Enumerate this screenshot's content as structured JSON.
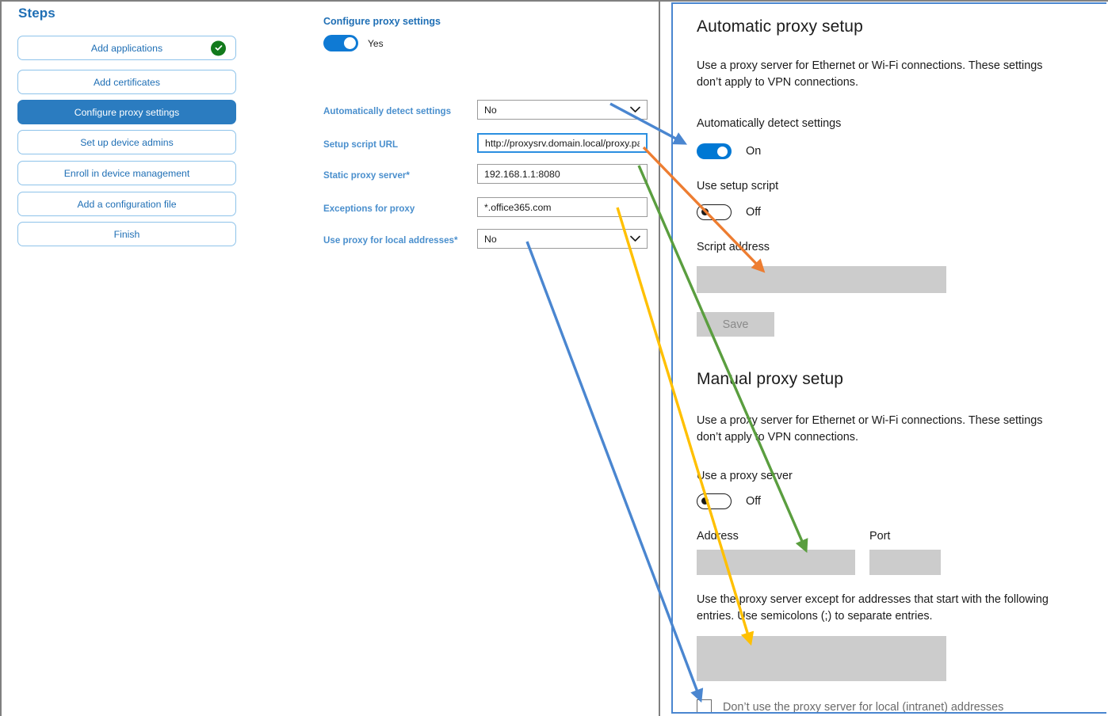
{
  "steps": {
    "title": "Steps",
    "items": [
      {
        "label": "Add applications",
        "state": "complete",
        "icon": "check-circle-icon"
      },
      {
        "label": "Add certificates",
        "state": "default"
      },
      {
        "label": "Configure proxy settings",
        "state": "active"
      },
      {
        "label": "Set up device admins",
        "state": "default"
      },
      {
        "label": "Enroll in device management",
        "state": "default"
      },
      {
        "label": "Add a configuration file",
        "state": "default"
      },
      {
        "label": "Finish",
        "state": "default"
      }
    ]
  },
  "form": {
    "heading": "Configure proxy settings",
    "toggle": {
      "value": "Yes",
      "on": true
    },
    "fields": [
      {
        "label": "Automatically detect settings",
        "required": false,
        "type": "select",
        "value": "No",
        "icon": "chevron-down-icon",
        "focused": false
      },
      {
        "label": "Setup script URL",
        "required": false,
        "type": "text",
        "value": "http://proxysrv.domain.local/proxy.pa",
        "focused": true
      },
      {
        "label": "Static proxy server",
        "required": true,
        "type": "text",
        "value": "192.168.1.1:8080",
        "focused": false
      },
      {
        "label": "Exceptions for proxy",
        "required": false,
        "type": "text",
        "value": "*.office365.com",
        "focused": false
      },
      {
        "label": "Use proxy for local addresses",
        "required": true,
        "type": "select",
        "value": "No",
        "icon": "chevron-down-icon",
        "focused": false
      }
    ],
    "required_marker": "*"
  },
  "settings": {
    "automatic": {
      "heading": "Automatic proxy setup",
      "description": "Use a proxy server for Ethernet or Wi-Fi connections. These settings don’t apply to VPN connections.",
      "detect_label": "Automatically detect settings",
      "detect_state": "On",
      "script_toggle_label": "Use setup script",
      "script_toggle_state": "Off",
      "script_address_label": "Script address",
      "script_address_value": "",
      "save_label": "Save"
    },
    "manual": {
      "heading": "Manual proxy setup",
      "description": "Use a proxy server for Ethernet or Wi-Fi connections. These settings don’t apply to VPN connections.",
      "use_proxy_label": "Use a proxy server",
      "use_proxy_state": "Off",
      "address_label": "Address",
      "address_value": "",
      "port_label": "Port",
      "port_value": "",
      "exceptions_description": "Use the proxy server except for addresses that start with the following entries. Use semicolons (;) to separate entries.",
      "exceptions_value": "",
      "bypass_local_label": "Don’t use the proxy server for local (intranet) addresses",
      "bypass_local_checked": false
    }
  },
  "annotations": {
    "colors": {
      "blue": "#4a86d0",
      "orange": "#ed7d31",
      "green": "#5a9e3f",
      "yellow": "#ffc000",
      "blue2": "#4a86d0"
    },
    "mappings": [
      {
        "color": "blue",
        "from": "Automatically detect settings",
        "to": "Automatically detect settings"
      },
      {
        "color": "orange",
        "from": "Setup script URL",
        "to": "Script address"
      },
      {
        "color": "green",
        "from": "Static proxy server",
        "to": "Address"
      },
      {
        "color": "yellow",
        "from": "Exceptions for proxy",
        "to": "Exceptions list"
      },
      {
        "color": "blue2",
        "from": "Use proxy for local addresses",
        "to": "Don’t use the proxy server for local (intranet) addresses"
      }
    ]
  }
}
